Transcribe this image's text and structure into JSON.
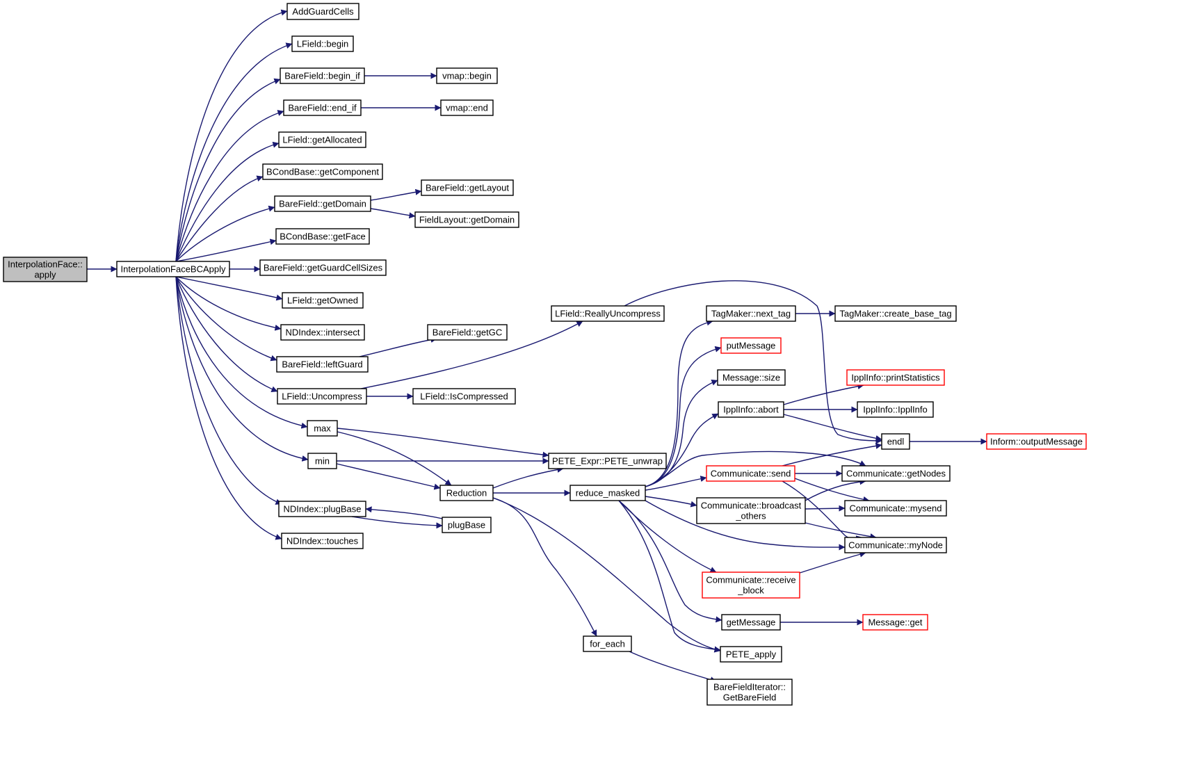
{
  "colors": {
    "edge": "#191970",
    "node_border": "#000000",
    "node_border_truncated": "#ff0000",
    "node_fill": "#ffffff",
    "root_fill": "#bfbfbf"
  },
  "nodes": [
    {
      "id": "n_ifapply",
      "lines": [
        "InterpolationFace::",
        "apply"
      ],
      "style": "root"
    },
    {
      "id": "n_ifbc",
      "lines": [
        "InterpolationFaceBCApply"
      ],
      "style": "normal"
    },
    {
      "id": "n_addguard",
      "lines": [
        "AddGuardCells"
      ],
      "style": "normal"
    },
    {
      "id": "n_lbegin",
      "lines": [
        "LField::begin"
      ],
      "style": "normal"
    },
    {
      "id": "n_bfbeginif",
      "lines": [
        "BareField::begin_if"
      ],
      "style": "normal"
    },
    {
      "id": "n_vbegin",
      "lines": [
        "vmap::begin"
      ],
      "style": "normal"
    },
    {
      "id": "n_bfendif",
      "lines": [
        "BareField::end_if"
      ],
      "style": "normal"
    },
    {
      "id": "n_vend",
      "lines": [
        "vmap::end"
      ],
      "style": "normal"
    },
    {
      "id": "n_lgetalloc",
      "lines": [
        "LField::getAllocated"
      ],
      "style": "normal"
    },
    {
      "id": "n_bcgetcomp",
      "lines": [
        "BCondBase::getComponent"
      ],
      "style": "normal"
    },
    {
      "id": "n_bfgetdom",
      "lines": [
        "BareField::getDomain"
      ],
      "style": "normal"
    },
    {
      "id": "n_bfgetlayout",
      "lines": [
        "BareField::getLayout"
      ],
      "style": "normal"
    },
    {
      "id": "n_flgetdom",
      "lines": [
        "FieldLayout::getDomain"
      ],
      "style": "normal"
    },
    {
      "id": "n_bcgetface",
      "lines": [
        "BCondBase::getFace"
      ],
      "style": "normal"
    },
    {
      "id": "n_bfgcsizes",
      "lines": [
        "BareField::getGuardCellSizes"
      ],
      "style": "normal"
    },
    {
      "id": "n_lgetowned",
      "lines": [
        "LField::getOwned"
      ],
      "style": "normal"
    },
    {
      "id": "n_ndintersect",
      "lines": [
        "NDIndex::intersect"
      ],
      "style": "normal"
    },
    {
      "id": "n_bfleftguard",
      "lines": [
        "BareField::leftGuard"
      ],
      "style": "normal"
    },
    {
      "id": "n_bfgetgc",
      "lines": [
        "BareField::getGC"
      ],
      "style": "normal"
    },
    {
      "id": "n_luncompress",
      "lines": [
        "LField::Uncompress"
      ],
      "style": "normal"
    },
    {
      "id": "n_lreallyuncomp",
      "lines": [
        "LField::ReallyUncompress"
      ],
      "style": "normal"
    },
    {
      "id": "n_liscompressed",
      "lines": [
        "LField::IsCompressed"
      ],
      "style": "normal"
    },
    {
      "id": "n_max",
      "lines": [
        "max"
      ],
      "style": "normal"
    },
    {
      "id": "n_min",
      "lines": [
        "min"
      ],
      "style": "normal"
    },
    {
      "id": "n_peteunwrap",
      "lines": [
        "PETE_Expr::PETE_unwrap"
      ],
      "style": "normal"
    },
    {
      "id": "n_reduction",
      "lines": [
        "Reduction"
      ],
      "style": "normal"
    },
    {
      "id": "n_reducemasked",
      "lines": [
        "reduce_masked"
      ],
      "style": "normal"
    },
    {
      "id": "n_ndplugbase",
      "lines": [
        "NDIndex::plugBase"
      ],
      "style": "normal"
    },
    {
      "id": "n_plugbase",
      "lines": [
        "plugBase"
      ],
      "style": "normal"
    },
    {
      "id": "n_ndtouches",
      "lines": [
        "NDIndex::touches"
      ],
      "style": "normal"
    },
    {
      "id": "n_foreach",
      "lines": [
        "for_each"
      ],
      "style": "normal"
    },
    {
      "id": "n_bfigetbf",
      "lines": [
        "BareFieldIterator::",
        "GetBareField"
      ],
      "style": "normal"
    },
    {
      "id": "n_tmnexttag",
      "lines": [
        "TagMaker::next_tag"
      ],
      "style": "normal"
    },
    {
      "id": "n_tmcreatebase",
      "lines": [
        "TagMaker::create_base_tag"
      ],
      "style": "normal"
    },
    {
      "id": "n_putmessage",
      "lines": [
        "putMessage"
      ],
      "style": "truncated"
    },
    {
      "id": "n_msgsize",
      "lines": [
        "Message::size"
      ],
      "style": "normal"
    },
    {
      "id": "n_ippabort",
      "lines": [
        "IpplInfo::abort"
      ],
      "style": "normal"
    },
    {
      "id": "n_ippprintstats",
      "lines": [
        "IpplInfo::printStatistics"
      ],
      "style": "truncated"
    },
    {
      "id": "n_ippctor",
      "lines": [
        "IpplInfo::IpplInfo"
      ],
      "style": "normal"
    },
    {
      "id": "n_endl",
      "lines": [
        "endl"
      ],
      "style": "normal"
    },
    {
      "id": "n_informout",
      "lines": [
        "Inform::outputMessage"
      ],
      "style": "truncated"
    },
    {
      "id": "n_commsend",
      "lines": [
        "Communicate::send"
      ],
      "style": "truncated"
    },
    {
      "id": "n_commgetnodes",
      "lines": [
        "Communicate::getNodes"
      ],
      "style": "normal"
    },
    {
      "id": "n_commbcast",
      "lines": [
        "Communicate::broadcast",
        "_others"
      ],
      "style": "normal"
    },
    {
      "id": "n_commmysend",
      "lines": [
        "Communicate::mysend"
      ],
      "style": "normal"
    },
    {
      "id": "n_commmynode",
      "lines": [
        "Communicate::myNode"
      ],
      "style": "normal"
    },
    {
      "id": "n_commrecv",
      "lines": [
        "Communicate::receive",
        "_block"
      ],
      "style": "truncated"
    },
    {
      "id": "n_getmessage",
      "lines": [
        "getMessage"
      ],
      "style": "normal"
    },
    {
      "id": "n_msgget",
      "lines": [
        "Message::get"
      ],
      "style": "truncated"
    },
    {
      "id": "n_peteapply",
      "lines": [
        "PETE_apply"
      ],
      "style": "normal"
    }
  ],
  "edges": [
    [
      "n_ifapply",
      "n_ifbc"
    ],
    [
      "n_ifbc",
      "n_addguard"
    ],
    [
      "n_ifbc",
      "n_lbegin"
    ],
    [
      "n_ifbc",
      "n_bfbeginif"
    ],
    [
      "n_ifbc",
      "n_bfendif"
    ],
    [
      "n_ifbc",
      "n_lgetalloc"
    ],
    [
      "n_ifbc",
      "n_bcgetcomp"
    ],
    [
      "n_ifbc",
      "n_bfgetdom"
    ],
    [
      "n_ifbc",
      "n_bcgetface"
    ],
    [
      "n_ifbc",
      "n_bfgcsizes"
    ],
    [
      "n_ifbc",
      "n_lgetowned"
    ],
    [
      "n_ifbc",
      "n_ndintersect"
    ],
    [
      "n_ifbc",
      "n_bfleftguard"
    ],
    [
      "n_ifbc",
      "n_luncompress"
    ],
    [
      "n_ifbc",
      "n_max"
    ],
    [
      "n_ifbc",
      "n_min"
    ],
    [
      "n_ifbc",
      "n_ndplugbase"
    ],
    [
      "n_ifbc",
      "n_ndtouches"
    ],
    [
      "n_bfbeginif",
      "n_vbegin"
    ],
    [
      "n_bfendif",
      "n_vend"
    ],
    [
      "n_bfgetdom",
      "n_bfgetlayout"
    ],
    [
      "n_bfgetdom",
      "n_flgetdom"
    ],
    [
      "n_bfleftguard",
      "n_bfgetgc"
    ],
    [
      "n_luncompress",
      "n_lreallyuncomp"
    ],
    [
      "n_luncompress",
      "n_liscompressed"
    ],
    [
      "n_lreallyuncomp",
      "n_endl"
    ],
    [
      "n_max",
      "n_peteunwrap"
    ],
    [
      "n_max",
      "n_reduction"
    ],
    [
      "n_min",
      "n_peteunwrap"
    ],
    [
      "n_min",
      "n_reduction"
    ],
    [
      "n_ndplugbase",
      "n_plugbase"
    ],
    [
      "n_plugbase",
      "n_ndplugbase"
    ],
    [
      "n_reduction",
      "n_peteunwrap"
    ],
    [
      "n_reduction",
      "n_reducemasked"
    ],
    [
      "n_reduction",
      "n_foreach"
    ],
    [
      "n_reduction",
      "n_peteapply"
    ],
    [
      "n_foreach",
      "n_bfigetbf"
    ],
    [
      "n_reducemasked",
      "n_tmnexttag"
    ],
    [
      "n_reducemasked",
      "n_putmessage"
    ],
    [
      "n_reducemasked",
      "n_msgsize"
    ],
    [
      "n_reducemasked",
      "n_ippabort"
    ],
    [
      "n_reducemasked",
      "n_commgetnodes"
    ],
    [
      "n_reducemasked",
      "n_commsend"
    ],
    [
      "n_reducemasked",
      "n_commbcast"
    ],
    [
      "n_reducemasked",
      "n_commmynode"
    ],
    [
      "n_reducemasked",
      "n_commrecv"
    ],
    [
      "n_reducemasked",
      "n_getmessage"
    ],
    [
      "n_reducemasked",
      "n_peteapply"
    ],
    [
      "n_tmnexttag",
      "n_tmcreatebase"
    ],
    [
      "n_ippabort",
      "n_ippprintstats"
    ],
    [
      "n_ippabort",
      "n_ippctor"
    ],
    [
      "n_ippabort",
      "n_endl"
    ],
    [
      "n_endl",
      "n_informout"
    ],
    [
      "n_commsend",
      "n_endl"
    ],
    [
      "n_commsend",
      "n_commgetnodes"
    ],
    [
      "n_commsend",
      "n_commmysend"
    ],
    [
      "n_commsend",
      "n_commmynode"
    ],
    [
      "n_commbcast",
      "n_commgetnodes"
    ],
    [
      "n_commbcast",
      "n_commmysend"
    ],
    [
      "n_commbcast",
      "n_commmynode"
    ],
    [
      "n_commrecv",
      "n_commmynode"
    ],
    [
      "n_getmessage",
      "n_msgget"
    ]
  ]
}
